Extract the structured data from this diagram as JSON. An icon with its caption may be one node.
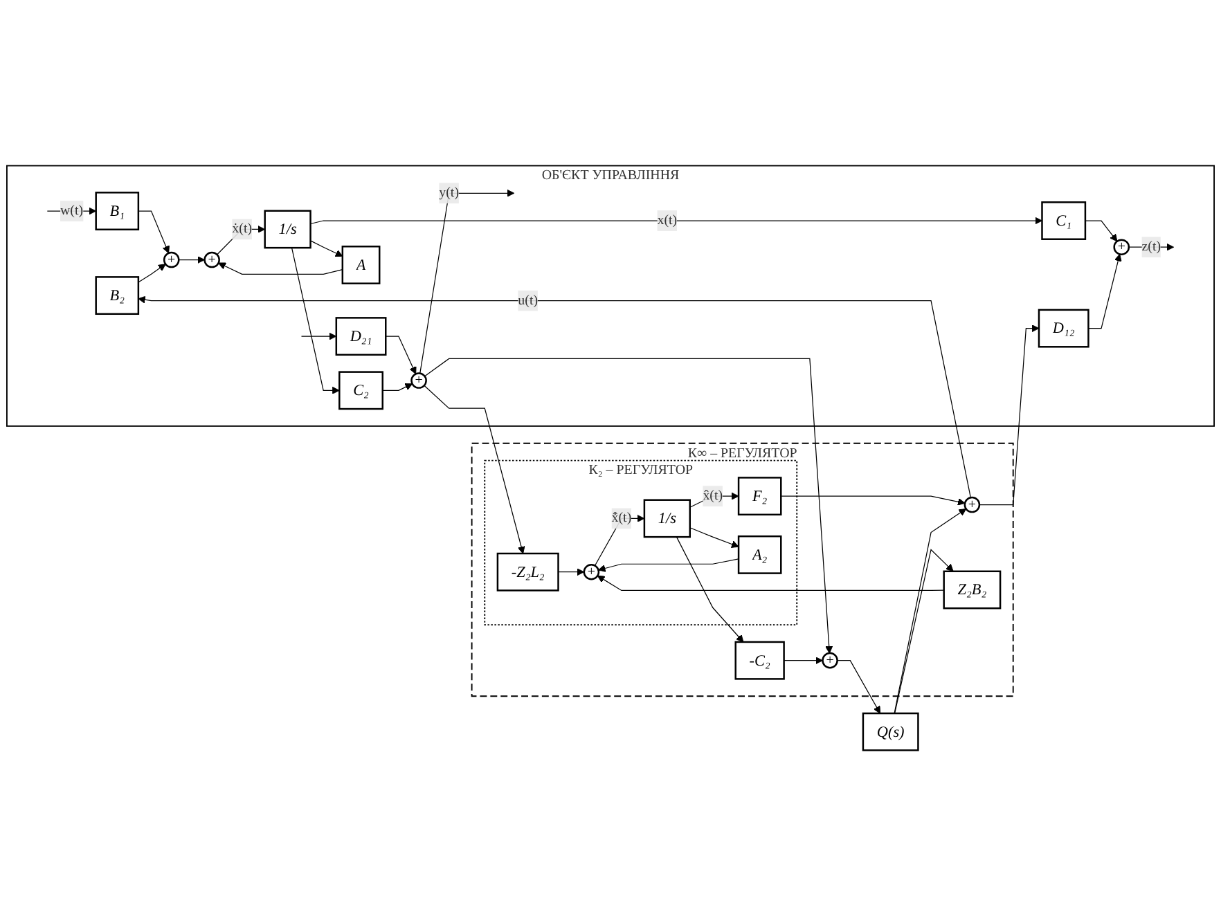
{
  "diagram": {
    "nodes": [
      {
        "text": [
          "ОБ'ЄКТ УПРАВЛІННЯ"
        ]
      },
      {
        "text": [
          "D₂₁"
        ],
        "in": 0
      },
      {
        "text": [
          "B₁"
        ],
        "in": 0
      },
      {
        "text": [
          "B₂"
        ],
        "in": 0
      },
      {
        "text": [
          "D₁₂"
        ],
        "in": 0
      },
      {
        "text": [
          "+"
        ],
        "in": 0
      },
      {
        "text": [
          "+"
        ],
        "in": 0
      },
      {
        "text": [
          "1/s"
        ],
        "in": 0
      },
      {
        "text": [
          "A"
        ],
        "in": 0
      },
      {
        "text": [
          "C₁"
        ],
        "in": 0
      },
      {
        "text": [
          "C₂"
        ],
        "in": 0
      },
      {
        "text": [
          "+"
        ],
        "in": 0
      },
      {
        "text": [
          "+"
        ],
        "in": 0
      },
      {
        "text": [
          "К∞ – РЕГУЛЯТОР"
        ]
      },
      {
        "text": [
          "К₂ – РЕГУЛЯТОР"
        ],
        "in": 13
      },
      {
        "text": [
          "+"
        ],
        "in": 13
      },
      {
        "text": [
          "F₂"
        ],
        "in": 14
      },
      {
        "text": [
          "1/s"
        ],
        "in": 14
      },
      {
        "text": [
          "+"
        ],
        "in": 14
      },
      {
        "text": [
          "-Z₂L₂"
        ],
        "in": 14
      },
      {
        "text": [
          "-C₂"
        ],
        "in": 13
      },
      {
        "text": [
          "A₂"
        ],
        "in": 14
      },
      {
        "text": [
          "Z₂B₂"
        ],
        "in": 13
      },
      {
        "text": [
          "+"
        ],
        "in": 13
      },
      {
        "text": [
          "Q(s)"
        ]
      }
    ],
    "edges": [
      {
        "from": null,
        "to": 1,
        "arrow": "to"
      },
      {
        "from": null,
        "to": 2,
        "arrow": "to",
        "label": "w(t)"
      },
      {
        "from": 15,
        "to": 3,
        "arrow": "to",
        "label": "u(t)"
      },
      {
        "from": 15,
        "to": 4,
        "arrow": "to"
      },
      {
        "from": 2,
        "to": 5,
        "arrow": "to"
      },
      {
        "from": 3,
        "to": 5,
        "arrow": "to"
      },
      {
        "from": 5,
        "to": 6,
        "arrow": "to"
      },
      {
        "from": 6,
        "to": 7,
        "arrow": "to",
        "label": "ẋ(t)"
      },
      {
        "from": 8,
        "to": 6,
        "arrow": "to"
      },
      {
        "from": 7,
        "to": 8,
        "arrow": "to"
      },
      {
        "from": 7,
        "to": 9,
        "arrow": "to",
        "label": "x(t)"
      },
      {
        "from": 7,
        "to": 10,
        "arrow": "to"
      },
      {
        "from": 9,
        "to": 11,
        "arrow": "to"
      },
      {
        "from": 4,
        "to": 11,
        "arrow": "to"
      },
      {
        "from": 11,
        "to": null,
        "arrow": "to",
        "label": "z(t)"
      },
      {
        "from": 1,
        "to": 12,
        "arrow": "to"
      },
      {
        "from": 10,
        "to": 12,
        "arrow": "to"
      },
      {
        "from": 12,
        "to": null,
        "arrow": "to",
        "label": "y(t)"
      },
      {
        "from": 12,
        "to": 19,
        "arrow": "to"
      },
      {
        "from": 12,
        "to": 23,
        "arrow": "to"
      },
      {
        "from": 19,
        "to": 18,
        "arrow": "to"
      },
      {
        "from": 22,
        "to": 18,
        "arrow": "to"
      },
      {
        "from": 21,
        "to": 18,
        "arrow": "to"
      },
      {
        "from": 18,
        "to": 17,
        "arrow": "to",
        "label": "x̂̇(t)"
      },
      {
        "from": 17,
        "to": 16,
        "arrow": "to",
        "label": "x̂(t)"
      },
      {
        "from": 17,
        "to": 20,
        "arrow": "to"
      },
      {
        "from": 17,
        "to": 21,
        "arrow": "to"
      },
      {
        "from": 16,
        "to": 15,
        "arrow": "to"
      },
      {
        "from": 20,
        "to": 23,
        "arrow": "to"
      },
      {
        "from": 23,
        "to": 24,
        "arrow": "to"
      },
      {
        "from": 24,
        "to": 22,
        "arrow": "to"
      },
      {
        "from": 24,
        "to": 15,
        "arrow": "to"
      }
    ]
  }
}
